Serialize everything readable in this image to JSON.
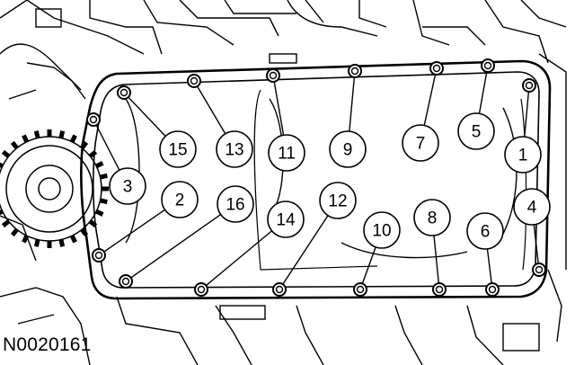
{
  "figure_id": "N0020161",
  "callouts": [
    {
      "number": "1",
      "bolt": 1
    },
    {
      "number": "2",
      "bolt": 2
    },
    {
      "number": "3",
      "bolt": 3
    },
    {
      "number": "4",
      "bolt": 4
    },
    {
      "number": "5",
      "bolt": 5
    },
    {
      "number": "6",
      "bolt": 6
    },
    {
      "number": "7",
      "bolt": 7
    },
    {
      "number": "8",
      "bolt": 8
    },
    {
      "number": "9",
      "bolt": 9
    },
    {
      "number": "10",
      "bolt": 10
    },
    {
      "number": "11",
      "bolt": 11
    },
    {
      "number": "12",
      "bolt": 12
    },
    {
      "number": "13",
      "bolt": 13
    },
    {
      "number": "14",
      "bolt": 14
    },
    {
      "number": "15",
      "bolt": 15
    },
    {
      "number": "16",
      "bolt": 16
    }
  ]
}
